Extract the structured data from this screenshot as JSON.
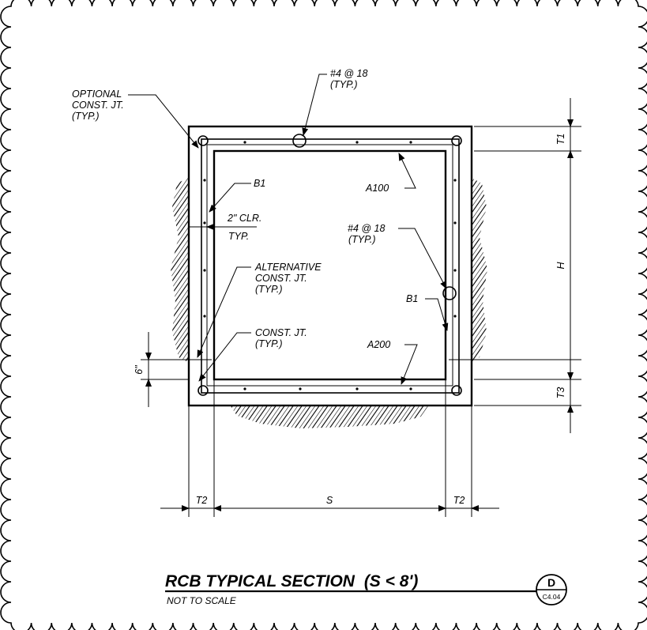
{
  "title": "RCB TYPICAL SECTION",
  "title_condition": "(S < 8')",
  "subtitle": "NOT TO SCALE",
  "detail_bubble": {
    "detail": "D",
    "sheet": "C4.04"
  },
  "labels": {
    "optional_jt": [
      "OPTIONAL",
      "CONST. JT.",
      "(TYP.)"
    ],
    "rebar_top": [
      "#4 @ 18",
      "(TYP.)"
    ],
    "b1_left": "B1",
    "a100": "A100",
    "clr": "2\" CLR.",
    "clr_typ": "TYP.",
    "rebar_right": [
      "#4 @ 18",
      "(TYP.)"
    ],
    "alt_jt": [
      "ALTERNATIVE",
      "CONST. JT.",
      "(TYP.)"
    ],
    "b1_right": "B1",
    "const_jt": [
      "CONST. JT.",
      "(TYP.)"
    ],
    "a200": "A200",
    "six_in": "6\""
  },
  "dimensions": {
    "t1": "T1",
    "h": "H",
    "t3": "T3",
    "t2_left": "T2",
    "s": "S",
    "t2_right": "T2"
  }
}
